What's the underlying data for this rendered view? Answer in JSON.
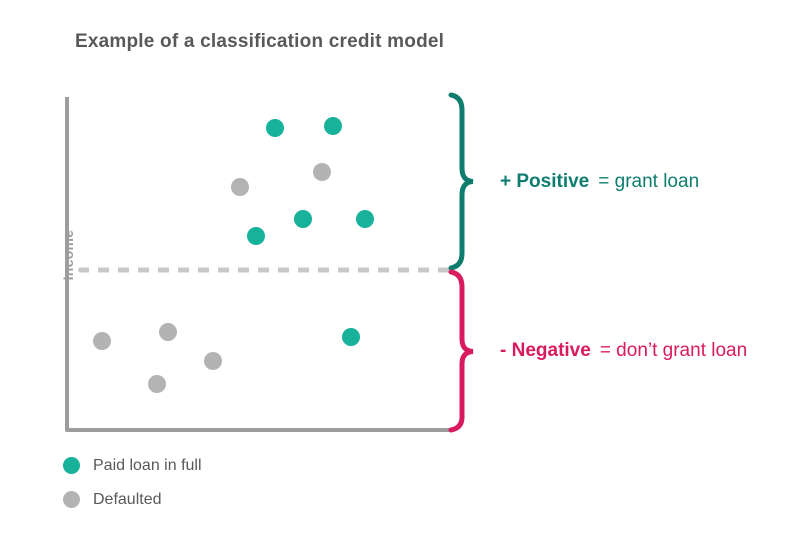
{
  "title": "Example of a classification credit model",
  "colors": {
    "paid_dot": "#17B299",
    "defaulted_dot": "#B3B3B3",
    "brace_positive": "#0E7D6E",
    "brace_negative": "#D91A5E",
    "axis": "#9D9D9D",
    "boundary_dash": "#C9C9C9",
    "text": "#58595B"
  },
  "axes": {
    "ylabel": "Income"
  },
  "annotations": {
    "positive": {
      "symbol_label": "+ Positive",
      "equals_label": "= grant loan"
    },
    "negative": {
      "symbol_label": "- Negative",
      "equals_label": "= don’t grant loan"
    }
  },
  "legend": [
    {
      "label": "Paid loan in full",
      "color": "#17B299"
    },
    {
      "label": "Defaulted",
      "color": "#B3B3B3"
    }
  ],
  "chart_data": {
    "type": "scatter",
    "title": "Example of a classification credit model",
    "xlabel": "",
    "ylabel": "Income",
    "xlim": [
      0,
      100
    ],
    "ylim": [
      0,
      100
    ],
    "grid": false,
    "decision_boundary_y": 48.4,
    "regions": [
      {
        "side": "above boundary",
        "meaning": "+ Positive = grant loan"
      },
      {
        "side": "below boundary",
        "meaning": "- Negative = don’t grant loan"
      }
    ],
    "series": [
      {
        "name": "Paid loan in full",
        "color": "#17B299",
        "points": [
          [
            54.5,
            90.7
          ],
          [
            69.6,
            91.3
          ],
          [
            61.8,
            63.6
          ],
          [
            77.9,
            63.6
          ],
          [
            49.6,
            58.5
          ],
          [
            74.3,
            28.4
          ]
        ]
      },
      {
        "name": "Defaulted",
        "color": "#B3B3B3",
        "points": [
          [
            45.5,
            73.1
          ],
          [
            66.8,
            77.6
          ],
          [
            9.6,
            27.2
          ],
          [
            26.8,
            29.9
          ],
          [
            38.4,
            21.2
          ],
          [
            23.9,
            14.3
          ]
        ]
      }
    ]
  }
}
